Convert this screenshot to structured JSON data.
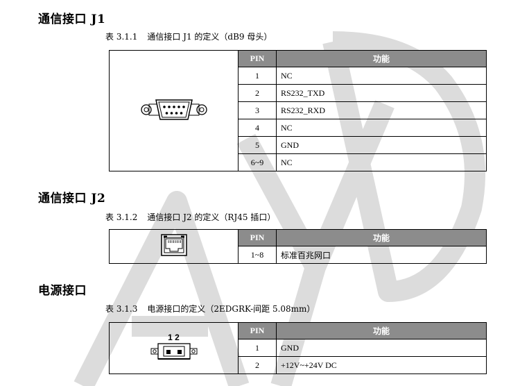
{
  "sections": [
    {
      "title": "通信接口 J1",
      "caption_num": "表 3.1.1",
      "caption_text": "通信接口 J1 的定义（dB9 母头）",
      "header": {
        "pin": "PIN",
        "func": "功能"
      },
      "rows": [
        {
          "pin": "1",
          "func": "NC"
        },
        {
          "pin": "2",
          "func": "RS232_TXD"
        },
        {
          "pin": "3",
          "func": "RS232_RXD"
        },
        {
          "pin": "4",
          "func": "NC"
        },
        {
          "pin": "5",
          "func": "GND"
        },
        {
          "pin": "6~9",
          "func": "NC"
        }
      ],
      "icon": "db9-connector-icon"
    },
    {
      "title": "通信接口 J2",
      "caption_num": "表 3.1.2",
      "caption_text": "通信接口 J2 的定义（RJ45 插口）",
      "header": {
        "pin": "PIN",
        "func": "功能"
      },
      "rows": [
        {
          "pin": "1~8",
          "func": "标准百兆网口"
        }
      ],
      "icon": "rj45-jack-icon"
    },
    {
      "title": "电源接口",
      "caption_num": "表 3.1.3",
      "caption_text": "电源接口的定义（2EDGRK-间距 5.08mm）",
      "header": {
        "pin": "PIN",
        "func": "功能"
      },
      "rows": [
        {
          "pin": "1",
          "func": "GND"
        },
        {
          "pin": "2",
          "func": "+12V~+24V DC"
        }
      ],
      "icon": "terminal-block-icon",
      "connector_label": "1 2"
    }
  ],
  "colors": {
    "header_bg": "#8c8c8c",
    "watermark": "#d9d9d9"
  }
}
